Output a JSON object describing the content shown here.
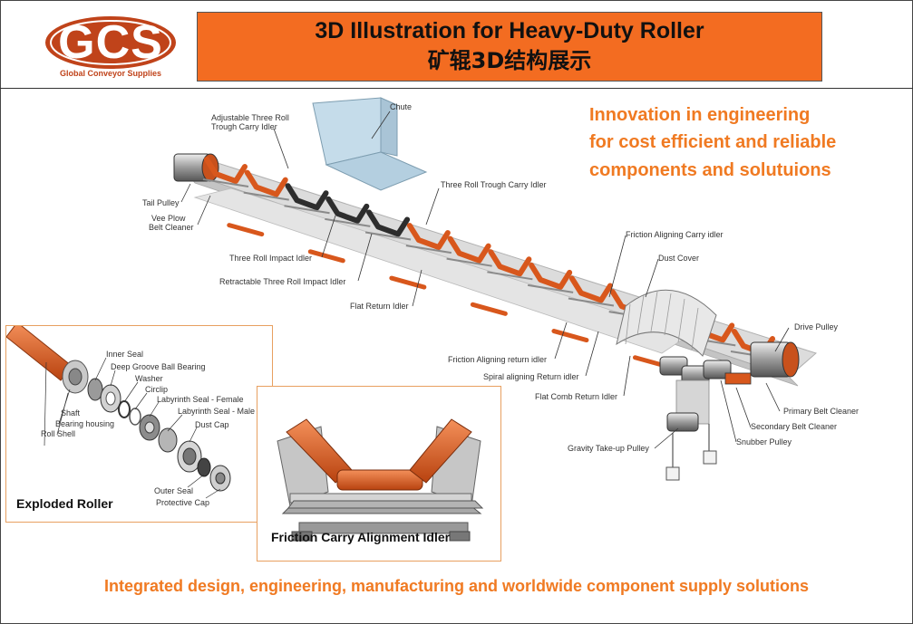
{
  "logo": {
    "text": "GCS",
    "subtitle": "Global Conveyor Supplies"
  },
  "title": {
    "english": "3D Illustration for Heavy-Duty Roller",
    "chinese": "矿辊3D结构展示"
  },
  "slogan": {
    "line1": "Innovation in engineering",
    "line2": "for cost efficient and reliable",
    "line3": "components and solutuions"
  },
  "footer": "Integrated design, engineering, manufacturing and worldwide component supply solutions",
  "labels": {
    "chute": "Chute",
    "adjustable_idler_1": "Adjustable Three Roll",
    "adjustable_idler_2": "Trough Carry Idler",
    "tail_pulley": "Tail Pulley",
    "vee_plow_1": "Vee Plow",
    "vee_plow_2": "Belt Cleaner",
    "three_roll_trough": "Three Roll Trough Carry Idler",
    "three_roll_impact": "Three Roll Impact Idler",
    "retractable_impact": "Retractable Three Roll Impact Idler",
    "flat_return": "Flat Return Idler",
    "friction_aligning_carry": "Friction Aligning Carry idler",
    "dust_cover": "Dust Cover",
    "drive_pulley": "Drive Pulley",
    "friction_aligning_return": "Friction Aligning return idler",
    "spiral_aligning_return": "Spiral aligning Return idler",
    "flat_comb_return": "Flat Comb Return Idler",
    "primary_cleaner": "Primary Belt Cleaner",
    "secondary_cleaner": "Secondary Belt Cleaner",
    "snubber_pulley": "Snubber Pulley",
    "gravity_takeup": "Gravity Take-up Pulley"
  },
  "exploded": {
    "title": "Exploded Roller",
    "inner_seal": "Inner Seal",
    "deep_groove": "Deep Groove Ball Bearing",
    "washer": "Washer",
    "circlip": "Circlip",
    "labyrinth_female": "Labyrinth Seal - Female",
    "labyrinth_male": "Labyrinth Seal - Male",
    "dust_cap": "Dust Cap",
    "shaft": "Shaft",
    "bearing_housing": "Bearing housing",
    "roll_shell": "Roll Shell",
    "outer_seal": "Outer Seal",
    "protective_cap": "Protective Cap"
  },
  "friction_idler": {
    "title": "Friction Carry Alignment Idler"
  },
  "colors": {
    "brand_orange": "#f36c21",
    "logo_red": "#c0431a",
    "text_orange": "#f07a22",
    "roller_orange": "#d8571c"
  }
}
